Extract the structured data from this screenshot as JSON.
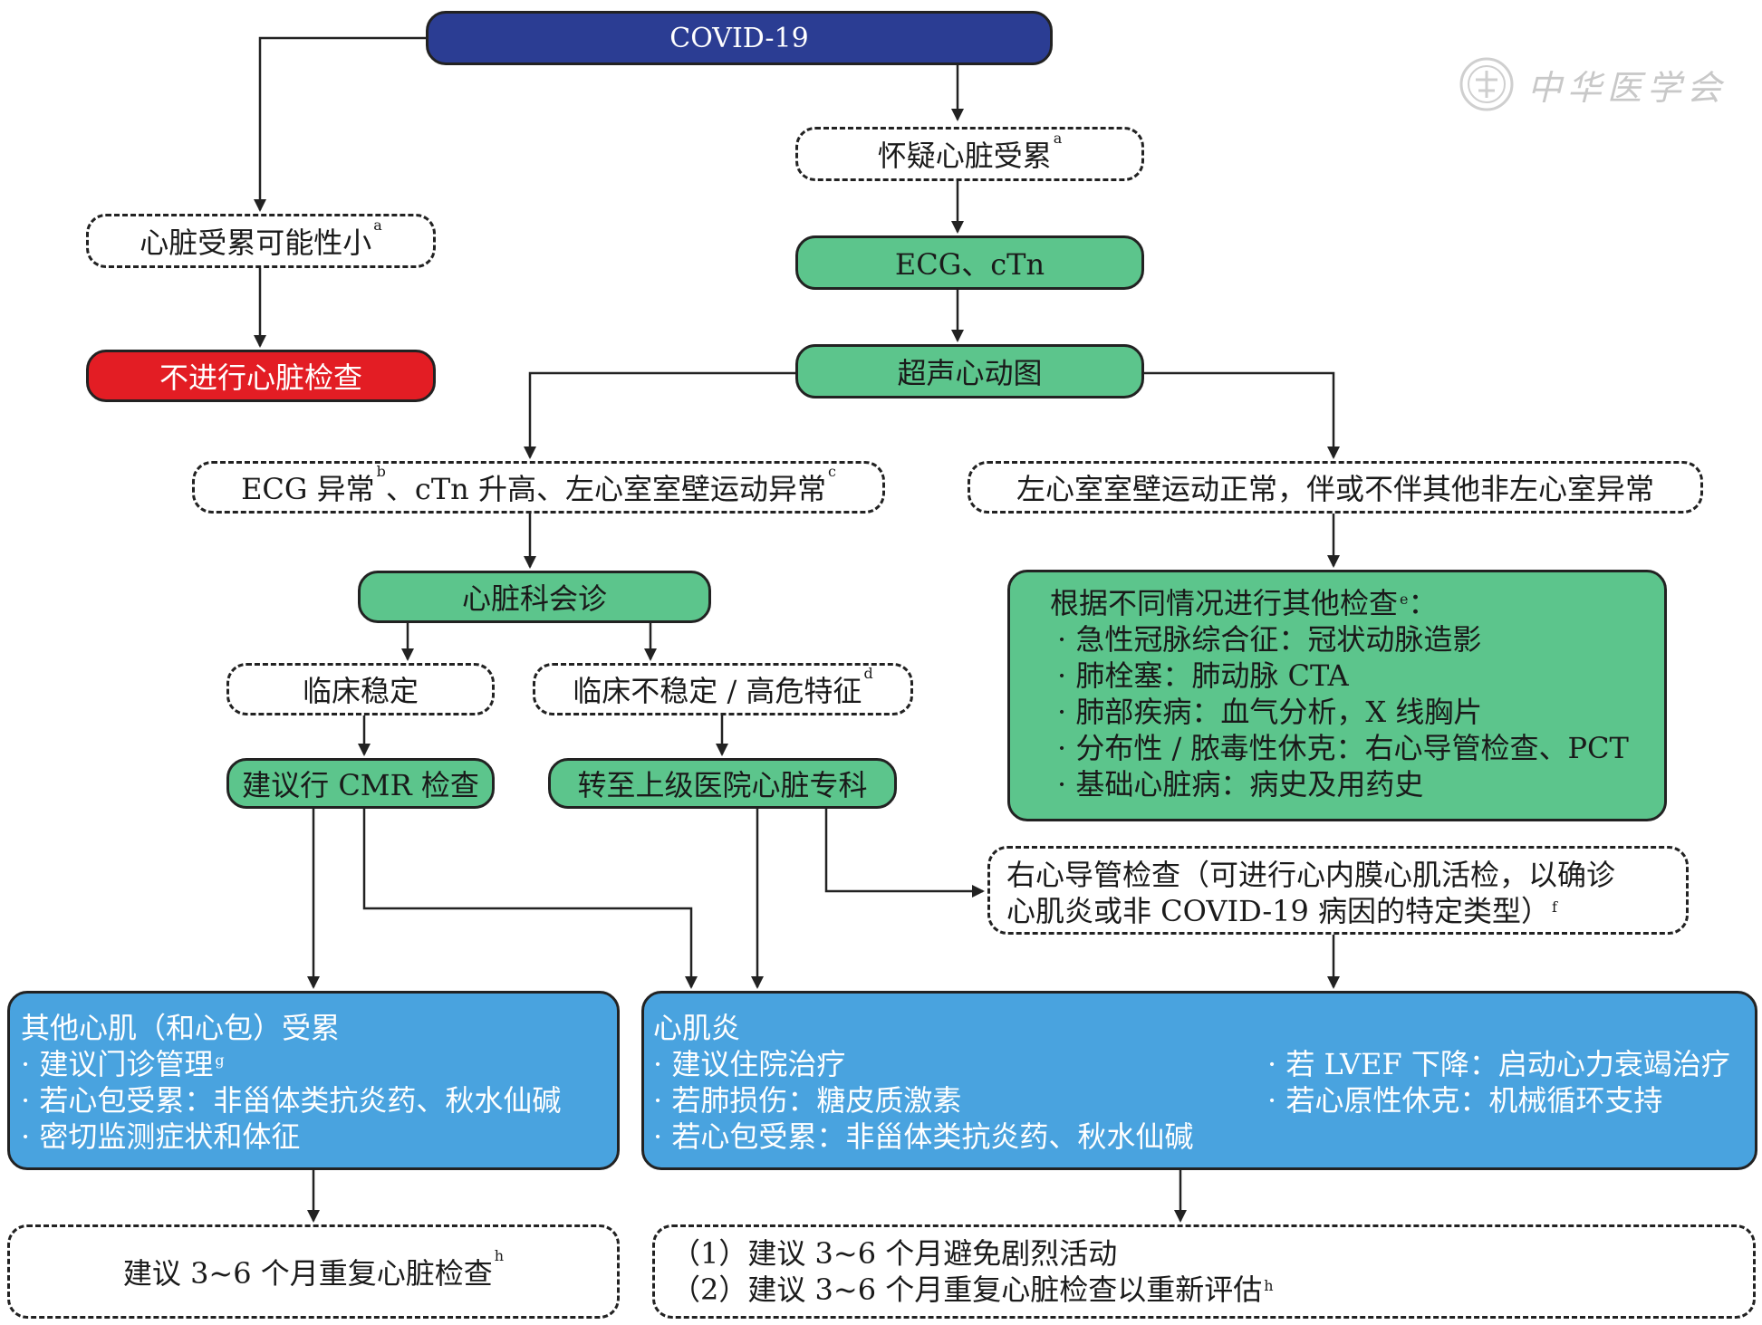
{
  "watermark": {
    "text": "中华医学会",
    "icon": "seal-icon"
  },
  "nodes": {
    "covid": "COVID-19",
    "suspect": "怀疑心脏受累",
    "suspect_note": "a",
    "unlikely": "心脏受累可能性小",
    "unlikely_note": "a",
    "no_exam": "不进行心脏检查",
    "ecg_ctn": "ECG、cTn",
    "echo": "超声心动图",
    "abnormal_p1": "ECG 异常",
    "abnormal_n1": "b",
    "abnormal_p2": "、cTn 升高、左心室室壁运动异常",
    "abnormal_n2": "c",
    "normal": "左心室室壁运动正常，伴或不伴其他非左心室异常",
    "consult": "心脏科会诊",
    "stable": "临床稳定",
    "unstable": "临床不稳定 / 高危特征",
    "unstable_note": "d",
    "cmr": "建议行 CMR 检查",
    "transfer": "转至上级医院心脏专科",
    "other_exam": {
      "title": "根据不同情况进行其他检查",
      "title_note": "e",
      "title_tail": "：",
      "items": [
        "· 急性冠脉综合征：冠状动脉造影",
        "· 肺栓塞：肺动脉 CTA",
        "· 肺部疾病：血气分析，X 线胸片",
        "· 分布性 / 脓毒性休克：右心导管检查、PCT",
        "· 基础心脏病：病史及用药史"
      ]
    },
    "rhc_line1": "右心导管检查（可进行心内膜心肌活检，以确诊",
    "rhc_line2": "心肌炎或非 COVID-19 病因的特定类型）",
    "rhc_note": "f",
    "other_myo": {
      "title": "其他心肌（和心包）受累",
      "item1": "· 建议门诊管理",
      "item1_note": "g",
      "item2": "· 若心包受累：非甾体类抗炎药、秋水仙碱",
      "item3": "· 密切监测症状和体征"
    },
    "myocarditis": {
      "title": "心肌炎",
      "left_items": [
        "· 建议住院治疗",
        "· 若肺损伤：糖皮质激素",
        "· 若心包受累：非甾体类抗炎药、秋水仙碱"
      ],
      "right_items": [
        "· 若 LVEF 下降：启动心力衰竭治疗",
        "· 若心原性休克：机械循环支持"
      ]
    },
    "repeat": "建议 3~6 个月重复心脏检查",
    "repeat_note": "h",
    "advice1": "（1）建议 3~6 个月避免剧烈活动",
    "advice2": "（2）建议 3~6 个月重复心脏检查以重新评估",
    "advice2_note": "h"
  },
  "colors": {
    "navy": "#2b3d93",
    "red": "#e31d24",
    "green": "#5cc58c",
    "blue": "#49a3df"
  }
}
